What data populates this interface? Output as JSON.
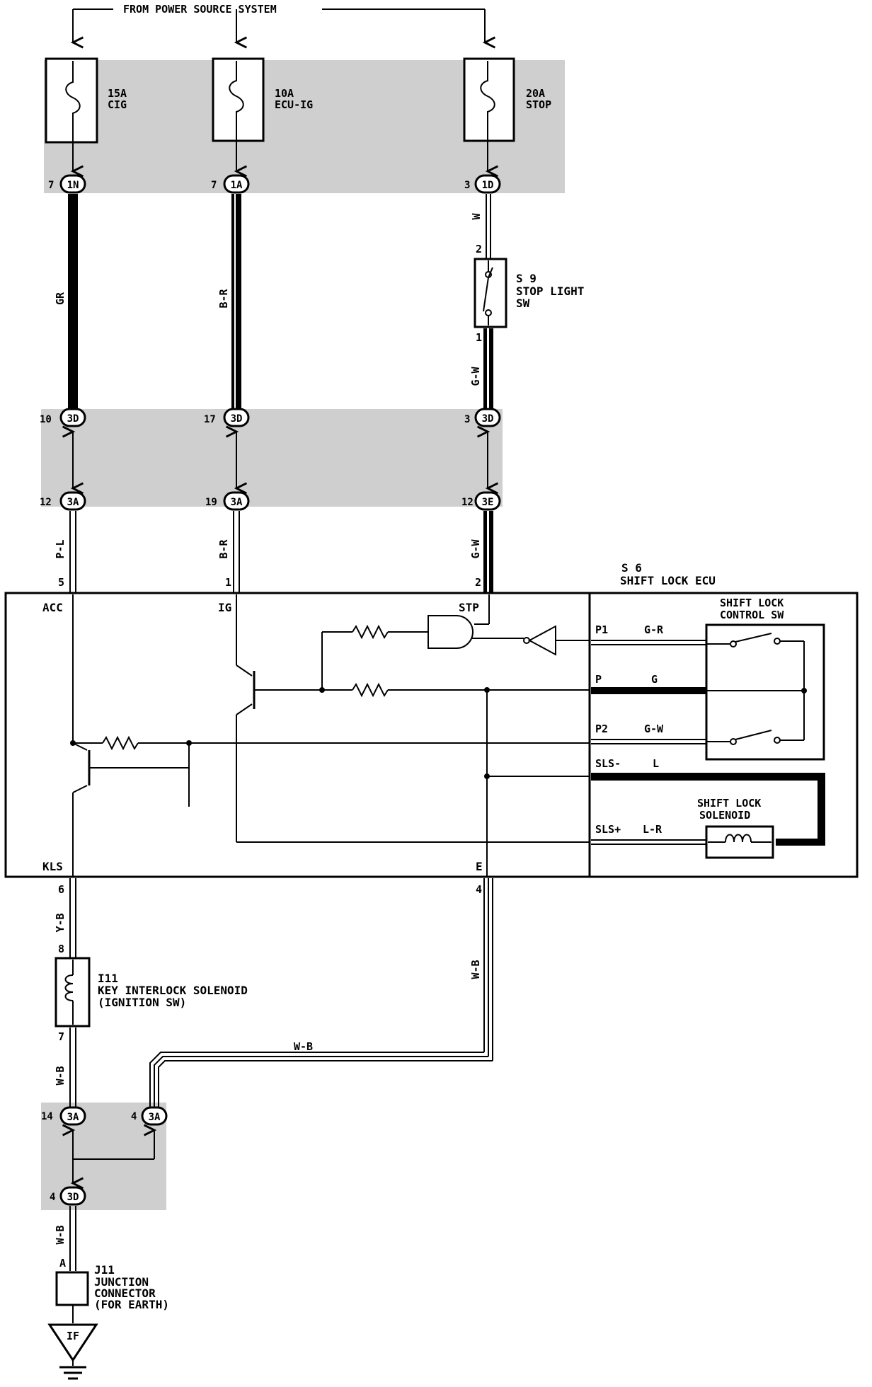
{
  "title": "FROM POWER SOURCE SYSTEM",
  "fuses": [
    {
      "amp": "15A",
      "name": "CIG"
    },
    {
      "amp": "10A",
      "name": "ECU-IG"
    },
    {
      "amp": "20A",
      "name": "STOP"
    }
  ],
  "connectors": {
    "c1_top": {
      "pin": "7",
      "id": "1N"
    },
    "c2_top": {
      "pin": "7",
      "id": "1A"
    },
    "c3_top": {
      "pin": "3",
      "id": "1D"
    },
    "c1_j1": {
      "pin": "10",
      "id": "3D"
    },
    "c2_j1": {
      "pin": "17",
      "id": "3D"
    },
    "c3_j1": {
      "pin": "3",
      "id": "3D"
    },
    "c1_j2": {
      "pin": "12",
      "id": "3A"
    },
    "c2_j2": {
      "pin": "19",
      "id": "3A"
    },
    "c3_j2": {
      "pin": "12",
      "id": "3E"
    },
    "b1": {
      "pin": "14",
      "id": "3A"
    },
    "b2": {
      "pin": "4",
      "id": "3A"
    },
    "b3": {
      "pin": "4",
      "id": "3D"
    }
  },
  "wires": {
    "w1_top": "GR",
    "w2_top": "B-R",
    "w3_top": "W",
    "w3_mid": "G-W",
    "w1_low": "P-L",
    "w2_low": "B-R",
    "w3_low": "G-W",
    "kls": "Y-B",
    "e": "W-B",
    "ew": "W-B",
    "i11_out": "W-B",
    "ground": "W-B"
  },
  "stop_switch": {
    "id": "S 9",
    "line1": "STOP LIGHT",
    "line2": "SW",
    "pin_top": "2",
    "pin_bottom": "1"
  },
  "ecu": {
    "id": "S 6",
    "name": "SHIFT LOCK ECU",
    "pins": {
      "acc_num": "5",
      "ig_num": "1",
      "stp_num": "2",
      "kls_num": "6",
      "e_num": "4"
    },
    "terminals": {
      "acc": "ACC",
      "ig": "IG",
      "stp": "STP",
      "kls": "KLS",
      "e": "E"
    },
    "right_terminals": [
      {
        "name": "P1",
        "wire": "G-R"
      },
      {
        "name": "P",
        "wire": "G"
      },
      {
        "name": "P2",
        "wire": "G-W"
      },
      {
        "name": "SLS-",
        "wire": "L"
      },
      {
        "name": "SLS+",
        "wire": "L-R"
      }
    ],
    "control_sw": {
      "line1": "SHIFT LOCK",
      "line2": "CONTROL SW"
    },
    "solenoid": {
      "line1": "SHIFT LOCK",
      "line2": "SOLENOID"
    }
  },
  "key_interlock": {
    "id": "I11",
    "line1": "KEY INTERLOCK SOLENOID",
    "line2": "(IGNITION SW)",
    "pin_top": "8",
    "pin_bottom": "7"
  },
  "junction": {
    "id": "J11",
    "line1": "JUNCTION",
    "line2": "CONNECTOR",
    "line3": "(FOR EARTH)",
    "pin": "A"
  },
  "ground": {
    "label": "IF"
  }
}
